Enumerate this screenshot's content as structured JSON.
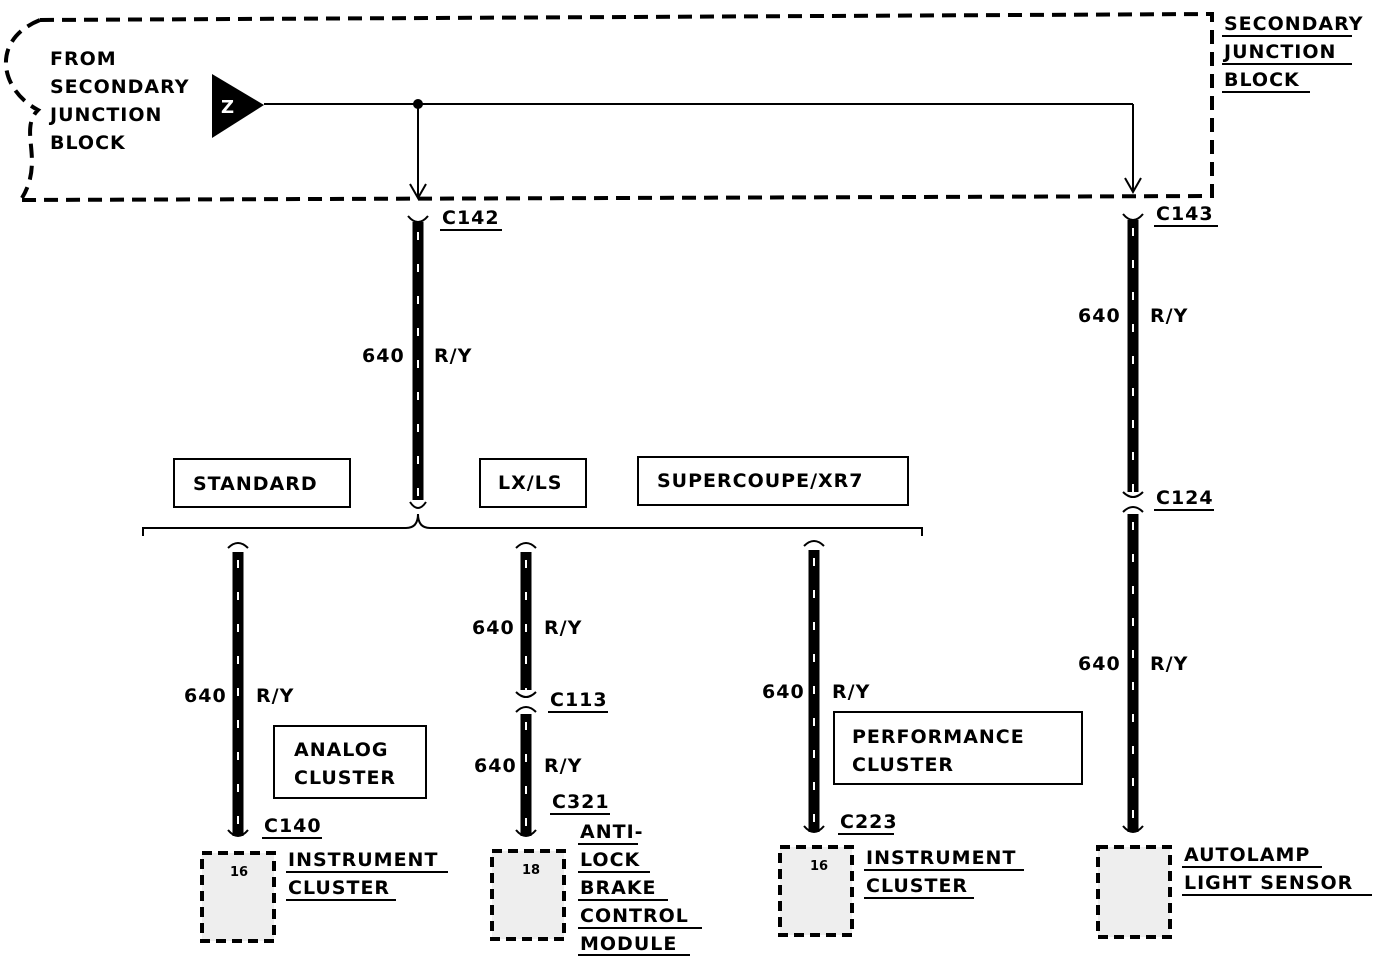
{
  "junction_block": {
    "source_label_lines": [
      "FROM",
      "SECONDARY",
      "JUNCTION",
      "BLOCK"
    ],
    "connector_letter": "Z",
    "title_lines": [
      "SECONDARY",
      "JUNCTION",
      "BLOCK"
    ]
  },
  "connectors": {
    "c142": "C142",
    "c143": "C143",
    "c124": "C124",
    "c113": "C113",
    "c321": "C321",
    "c140": "C140",
    "c223": "C223"
  },
  "circuit": {
    "number": "640",
    "color": "R/Y"
  },
  "options": {
    "standard": "STANDARD",
    "lxls": "LX/LS",
    "supercoupe": "SUPERCOUPE/XR7"
  },
  "notes": {
    "analog_lines": [
      "ANALOG",
      "CLUSTER"
    ],
    "performance_lines": [
      "PERFORMANCE",
      "CLUSTER"
    ]
  },
  "components": {
    "instrument_cluster_lines": [
      "INSTRUMENT",
      "CLUSTER"
    ],
    "abs_lines": [
      "ANTI-",
      "LOCK",
      "BRAKE",
      "CONTROL",
      "MODULE"
    ],
    "autolamp_lines": [
      "AUTOLAMP",
      "LIGHT SENSOR"
    ]
  },
  "pins": {
    "analog_cluster": "16",
    "abs_module": "18",
    "performance_cluster": "16"
  }
}
